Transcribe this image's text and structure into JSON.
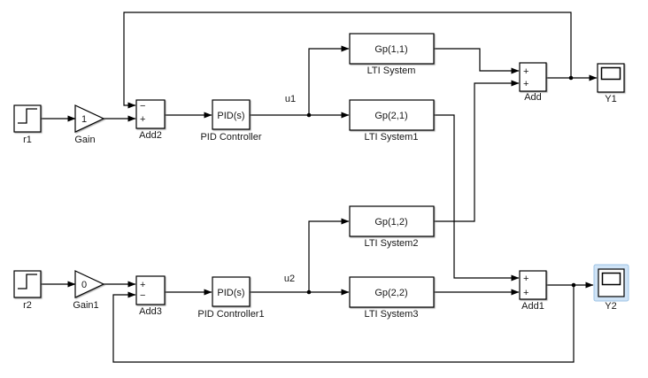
{
  "canvas": {
    "background": "#ffffff"
  },
  "colors": {
    "line": "#000000",
    "block_fill": "#ffffff",
    "block_border": "#000000",
    "selection_fill": "#cfe3f6",
    "selection_border": "#9cc3e5"
  },
  "blocks": {
    "r1": {
      "label": "r1"
    },
    "gain": {
      "value": "1",
      "label": "Gain"
    },
    "add2": {
      "sign_top": "−",
      "sign_bottom": "+",
      "label": "Add2"
    },
    "pid": {
      "text": "PID(s)",
      "label": "PID Controller"
    },
    "g11": {
      "text": "Gp(1,1)",
      "label": "LTI System"
    },
    "g21": {
      "text": "Gp(2,1)",
      "label": "LTI System1"
    },
    "add": {
      "sign_top": "+",
      "sign_bottom": "+",
      "label": "Add"
    },
    "y1": {
      "label": "Y1"
    },
    "r2": {
      "label": "r2"
    },
    "gain1": {
      "value": "0",
      "label": "Gain1"
    },
    "add3": {
      "sign_top": "+",
      "sign_bottom": "−",
      "label": "Add3"
    },
    "pid1": {
      "text": "PID(s)",
      "label": "PID Controller1"
    },
    "g12": {
      "text": "Gp(1,2)",
      "label": "LTI System2"
    },
    "g22": {
      "text": "Gp(2,2)",
      "label": "LTI System3"
    },
    "add1": {
      "sign_top": "+",
      "sign_bottom": "+",
      "label": "Add1"
    },
    "y2": {
      "label": "Y2",
      "selected": true
    }
  },
  "signals": {
    "u1": "u1",
    "u2": "u2"
  }
}
